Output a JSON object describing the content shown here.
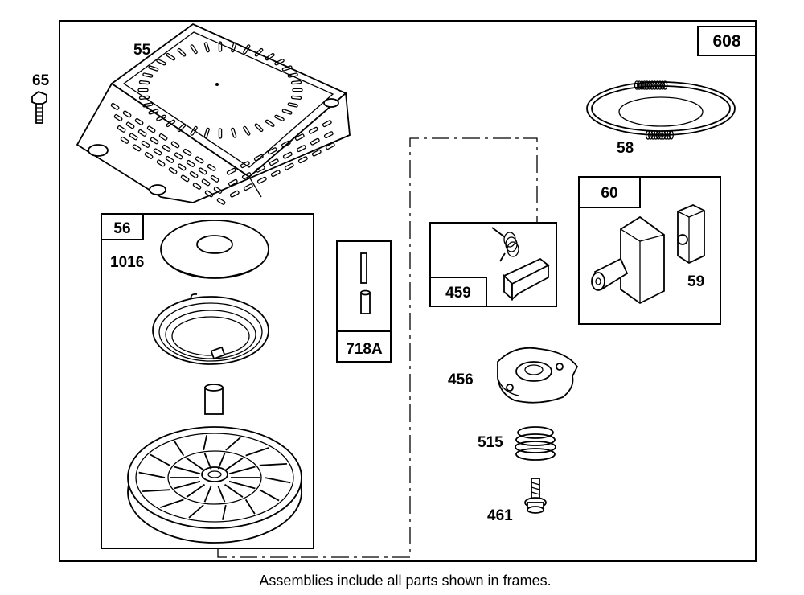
{
  "diagram": {
    "assembly_number": "608",
    "caption": "Assemblies include all parts shown in frames.",
    "parts": {
      "p55": "55",
      "p65": "65",
      "p56": "56",
      "p1016": "1016",
      "p718a": "718A",
      "p459": "459",
      "p60": "60",
      "p59": "59",
      "p58": "58",
      "p456": "456",
      "p515": "515",
      "p461": "461"
    }
  }
}
